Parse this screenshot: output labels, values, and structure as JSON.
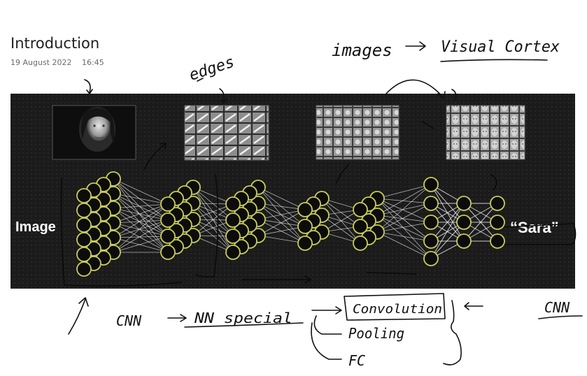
{
  "page": {
    "title": "Introduction",
    "date": "19 August 2022",
    "time": "16:45"
  },
  "slide": {
    "input_label": "Image",
    "output_label": "“Sara”",
    "thumbnails": [
      "face-photo",
      "edge-filters",
      "part-filters",
      "face-filters"
    ]
  },
  "ink": {
    "edges": "edges",
    "images": "images",
    "visual_cortex": "Visual Cortex",
    "cnn": "CNN",
    "nn_special": "NN special",
    "convolution": "Convolution",
    "pooling": "Pooling",
    "fc": "FC",
    "cnn_right": "CNN"
  },
  "colors": {
    "slide_bg": "#1b1b1b",
    "neuron_fill": "#0c0c0c",
    "neuron_ring": "#c9cc5a",
    "ink": "#111111"
  }
}
